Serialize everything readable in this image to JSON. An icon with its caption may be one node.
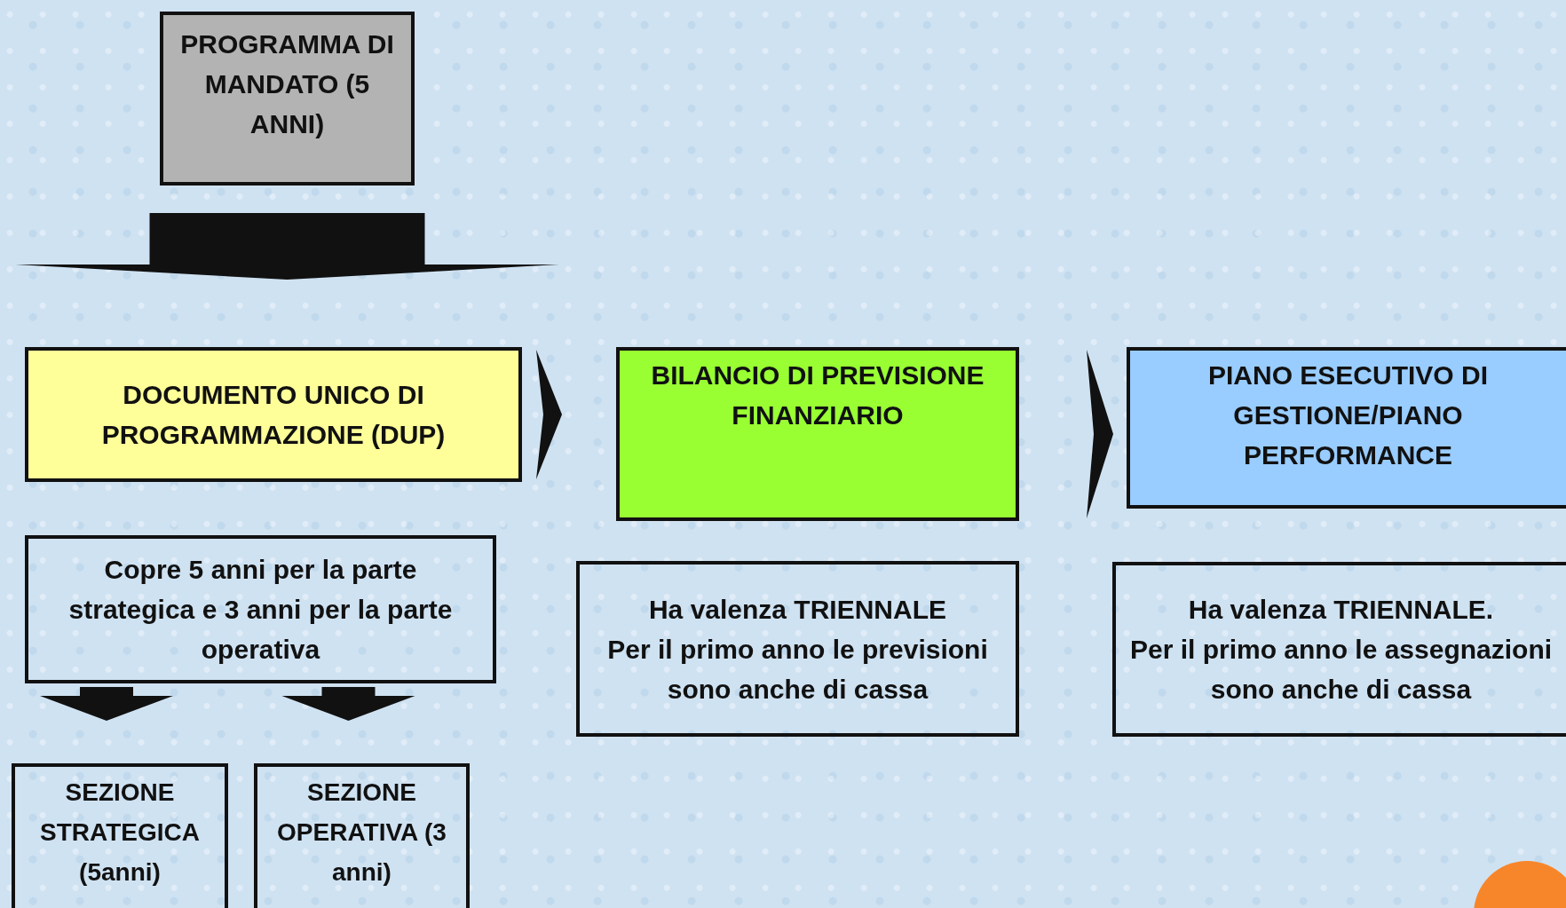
{
  "diagram": {
    "nodes": [
      {
        "text": [
          "PROGRAMMA DI MANDATO (5 ANNI)"
        ]
      },
      {
        "text": [
          "DOCUMENTO UNICO DI PROGRAMMAZIONE (DUP)"
        ]
      },
      {
        "text": [
          "BILANCIO DI PREVISIONE FINANZIARIO"
        ]
      },
      {
        "text": [
          "PIANO ESECUTIVO DI GESTIONE/PIANO PERFORMANCE"
        ]
      },
      {
        "text": [
          "Copre 5 anni per la parte strategica e 3 anni per la parte operativa"
        ]
      },
      {
        "text": [
          "Ha valenza TRIENNALE",
          "Per il primo anno le previsioni sono anche di cassa"
        ]
      },
      {
        "text": [
          "Ha valenza TRIENNALE.",
          "Per il primo anno le assegnazioni sono anche di cassa"
        ]
      },
      {
        "text": [
          "SEZIONE STRATEGICA (5anni)"
        ]
      },
      {
        "text": [
          "SEZIONE OPERATIVA (3 anni)"
        ]
      }
    ],
    "edges": [
      {
        "from": 0,
        "to": 1,
        "arrow": "to"
      },
      {
        "from": 1,
        "to": 2,
        "arrow": "to"
      },
      {
        "from": 2,
        "to": 3,
        "arrow": "to"
      },
      {
        "from": 4,
        "to": 7,
        "arrow": "to"
      },
      {
        "from": 4,
        "to": 8,
        "arrow": "to"
      }
    ]
  }
}
